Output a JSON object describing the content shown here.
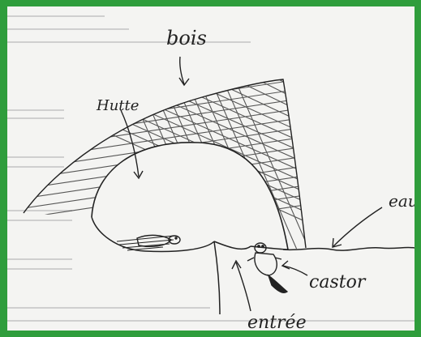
{
  "labels": {
    "bois": "bois",
    "hutte": "Hutte",
    "eau": "eau",
    "castor": "castor",
    "entree": "entrée"
  },
  "colors": {
    "frame": "#2f9d3c",
    "paper": "#f4f4f2",
    "ink": "#222222"
  },
  "icons": [
    "arrow",
    "beaver-sketch",
    "beaver-lying-sketch"
  ]
}
